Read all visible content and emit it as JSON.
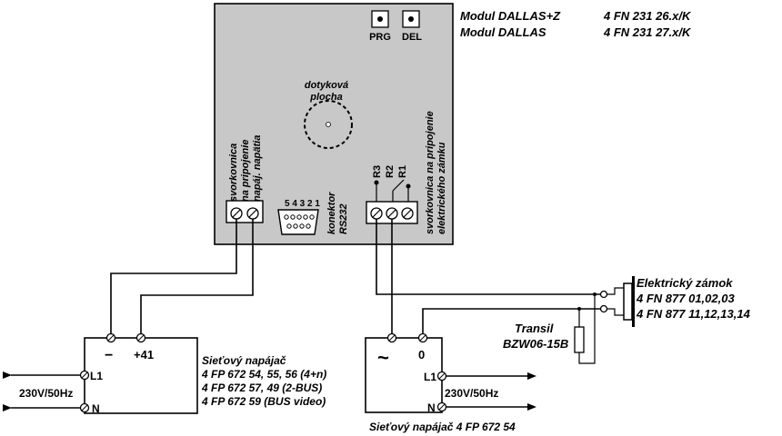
{
  "colors": {
    "module_fill": "#c8c8c8",
    "supply_fill": "#ffffff",
    "line": "#000000",
    "text": "#000000"
  },
  "header": {
    "models": [
      {
        "name": "Modul DALLAS+Z",
        "code": "4 FN 231 26.x/K"
      },
      {
        "name": "Modul DALLAS",
        "code": "4 FN 231 27.x/K"
      }
    ]
  },
  "module": {
    "buttons": {
      "prg": "PRG",
      "del": "DEL"
    },
    "touch_area": [
      "dotyková",
      "plocha"
    ],
    "power_terminal": [
      "svorkovnica",
      "na pripojenie",
      "napáj. napätia"
    ],
    "connector_pins": "5 4 3 2 1",
    "connector_label": [
      "konektor",
      "RS232"
    ],
    "relay": {
      "r3": "R3",
      "r2": "R2",
      "r1": "R1"
    },
    "lock_terminal": [
      "svorkovnica na pripojenie",
      "elektrického zámku"
    ]
  },
  "supply_left": {
    "minus": "−",
    "plus": "+41",
    "l1": "L1",
    "n": "N",
    "mains": "230V/50Hz",
    "title": "Sieťový napájač",
    "models": [
      "4 FP 672 54, 55, 56 (4+n)",
      "4 FP 672 57, 49 (2-BUS)",
      "4 FP 672 59 (BUS video)"
    ]
  },
  "supply_right": {
    "ac": "~",
    "zero": "0",
    "l1": "L1",
    "n": "N",
    "mains": "230V/50Hz",
    "caption": "Sieťový napájač  4 FP 672 54"
  },
  "transil": {
    "title": "Transil",
    "part": "BZW06-15B"
  },
  "lock": {
    "title": "Elektrický zámok",
    "codes": [
      "4 FN 877 01,02,03",
      "4 FN 877 11,12,13,14"
    ]
  }
}
